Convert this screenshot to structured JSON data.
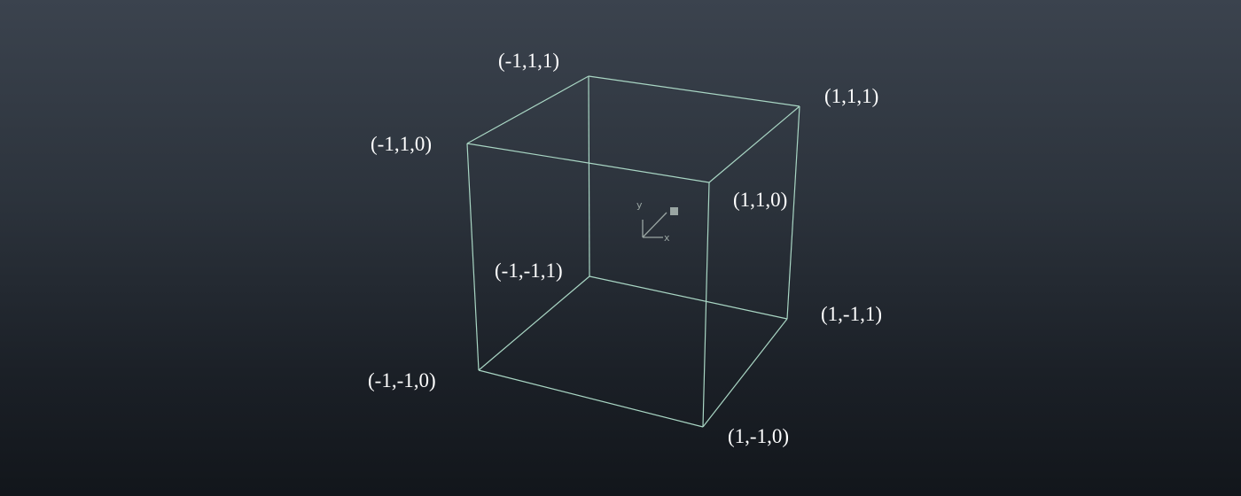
{
  "scene": {
    "type": "wireframe-cube",
    "edge_color": "#a9d6c4",
    "label_color": "#ffffff",
    "vertices": [
      {
        "id": "v000",
        "label": "(-1,-1,0)"
      },
      {
        "id": "v100",
        "label": "(1,-1,0)"
      },
      {
        "id": "v110",
        "label": "(1,1,0)"
      },
      {
        "id": "v010",
        "label": "(-1,1,0)"
      },
      {
        "id": "v001",
        "label": "(-1,-1,1)"
      },
      {
        "id": "v101",
        "label": "(1,-1,1)"
      },
      {
        "id": "v111",
        "label": "(1,1,1)"
      },
      {
        "id": "v011",
        "label": "(-1,1,1)"
      }
    ],
    "edges": [
      [
        "v000",
        "v100"
      ],
      [
        "v100",
        "v110"
      ],
      [
        "v110",
        "v010"
      ],
      [
        "v010",
        "v000"
      ],
      [
        "v001",
        "v101"
      ],
      [
        "v101",
        "v111"
      ],
      [
        "v111",
        "v011"
      ],
      [
        "v011",
        "v001"
      ],
      [
        "v000",
        "v001"
      ],
      [
        "v100",
        "v101"
      ],
      [
        "v110",
        "v111"
      ],
      [
        "v010",
        "v011"
      ]
    ]
  },
  "axis_gizmo": {
    "y_label": "y",
    "x_label": "x",
    "color": "#9aa6a3"
  }
}
